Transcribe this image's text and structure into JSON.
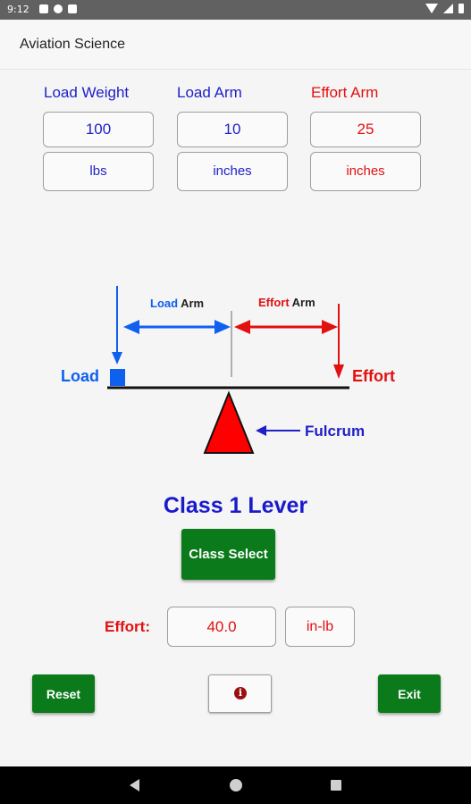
{
  "status": {
    "time": "9:12"
  },
  "app": {
    "title": "Aviation Science"
  },
  "inputs": {
    "load_weight": {
      "label": "Load Weight",
      "value": "100",
      "unit": "lbs"
    },
    "load_arm": {
      "label": "Load Arm",
      "value": "10",
      "unit": "inches"
    },
    "effort_arm": {
      "label": "Effort Arm",
      "value": "25",
      "unit": "inches"
    }
  },
  "diagram": {
    "load_arm_prefix": "Load",
    "load_arm_suffix": "Arm",
    "effort_arm_prefix": "Effort",
    "effort_arm_suffix": "Arm",
    "load_label": "Load",
    "effort_label": "Effort",
    "fulcrum_label": "Fulcrum"
  },
  "lever": {
    "class_text": "Class 1 Lever",
    "select_label": "Class Select"
  },
  "result": {
    "label": "Effort:",
    "value": "40.0",
    "unit": "in-lb"
  },
  "buttons": {
    "reset": "Reset",
    "info": "i",
    "exit": "Exit"
  },
  "colors": {
    "blue": "#2020c8",
    "red": "#e21010",
    "green": "#0a7a1a"
  },
  "icons": {
    "info": "info-icon",
    "back": "back-icon",
    "home": "home-icon",
    "recent": "recent-apps-icon"
  }
}
